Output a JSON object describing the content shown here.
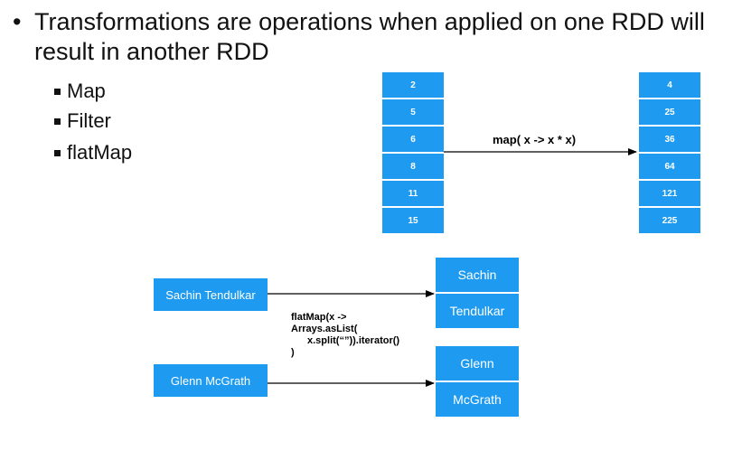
{
  "slide": {
    "main_bullet_glyph": "•",
    "main_bullet": "Transformations are operations when applied on one RDD will result in another RDD",
    "sub_items": [
      "Map",
      "Filter",
      "flatMap"
    ]
  },
  "map_example": {
    "input_values": [
      "2",
      "5",
      "6",
      "8",
      "11",
      "15"
    ],
    "output_values": [
      "4",
      "25",
      "36",
      "64",
      "121",
      "225"
    ],
    "label": "map( x -> x * x)"
  },
  "flatmap_example": {
    "inputs": [
      "Sachin Tendulkar",
      "Glenn McGrath"
    ],
    "outputs": [
      [
        "Sachin",
        "Tendulkar"
      ],
      [
        "Glenn",
        "McGrath"
      ]
    ],
    "label_lines": [
      "flatMap(x ->",
      "Arrays.asList(",
      "x.split(“”)).iterator()",
      ")"
    ]
  },
  "colors": {
    "box": "#1e9bf0",
    "text_on_box": "#ffffff",
    "arrow": "#000000"
  }
}
